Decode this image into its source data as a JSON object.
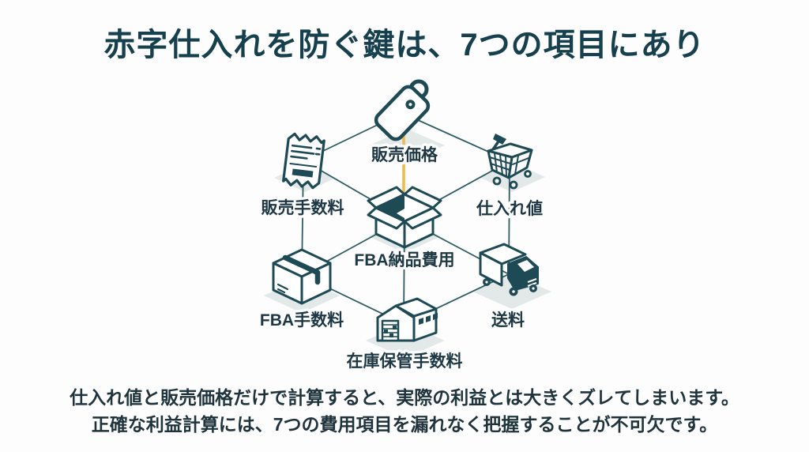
{
  "title": "赤字仕入れを防ぐ鍵は、7つの項目にあり",
  "colors": {
    "background": "#fdfdfd",
    "icon_teal": "#1d4a55",
    "connector_line": "#2e5d64",
    "highlight_yellow": "#edb94a",
    "shadow_gray": "#e3e8e9",
    "title_text": "#16404e",
    "body_text": "#1f333c"
  },
  "diagram": {
    "nodes": [
      {
        "id": "selling-price",
        "icon": "price-tag-icon",
        "label": "販売価格"
      },
      {
        "id": "sales-fee",
        "icon": "receipt-icon",
        "label": "販売手数料"
      },
      {
        "id": "purchase-price",
        "icon": "cart-icon",
        "label": "仕入れ値"
      },
      {
        "id": "fba-delivery-cost",
        "icon": "open-box-icon",
        "label": "FBA納品費用"
      },
      {
        "id": "fba-fee",
        "icon": "sealed-box-icon",
        "label": "FBA手数料"
      },
      {
        "id": "shipping-cost",
        "icon": "truck-icon",
        "label": "送料"
      },
      {
        "id": "storage-fee",
        "icon": "warehouse-icon",
        "label": "在庫保管手数料"
      }
    ],
    "connections": [
      [
        "selling-price",
        "sales-fee"
      ],
      [
        "selling-price",
        "purchase-price"
      ],
      [
        "selling-price",
        "fba-delivery-cost"
      ],
      [
        "sales-fee",
        "fba-delivery-cost"
      ],
      [
        "purchase-price",
        "fba-delivery-cost"
      ],
      [
        "sales-fee",
        "fba-fee"
      ],
      [
        "purchase-price",
        "shipping-cost"
      ],
      [
        "fba-delivery-cost",
        "fba-fee"
      ],
      [
        "fba-delivery-cost",
        "shipping-cost"
      ],
      [
        "fba-delivery-cost",
        "storage-fee"
      ],
      [
        "fba-fee",
        "storage-fee"
      ],
      [
        "shipping-cost",
        "storage-fee"
      ]
    ],
    "highlight_connection": {
      "from": "selling-price",
      "to": "fba-delivery-cost",
      "color": "#edb94a"
    }
  },
  "footer": {
    "line1": "仕入れ値と販売価格だけで計算すると、実際の利益とは大きくズレてしまいます。",
    "line2": "正確な利益計算には、7つの費用項目を漏れなく把握することが不可欠です。"
  }
}
